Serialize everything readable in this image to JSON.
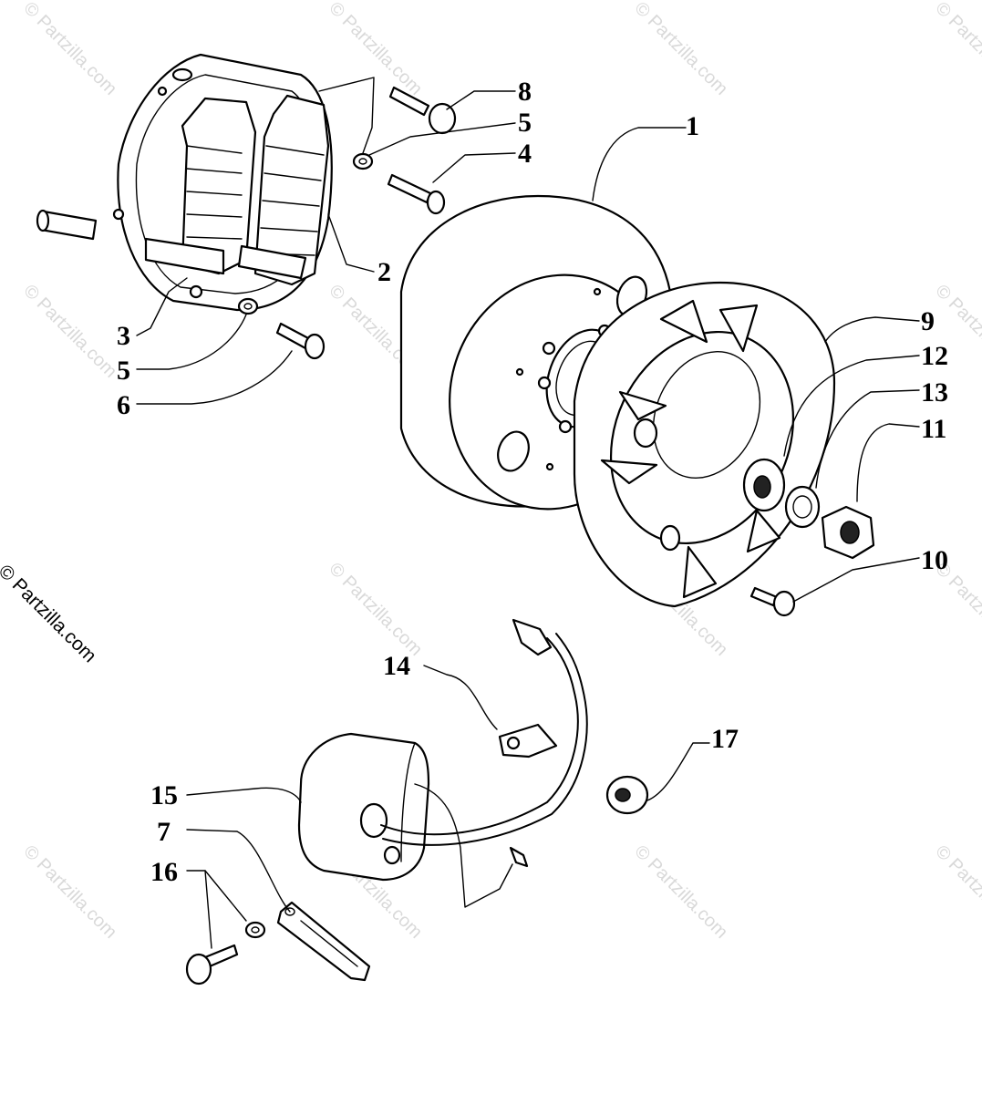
{
  "diagram": {
    "side_watermark": "© Partzilla.com",
    "watermark_text": "© Partzilla.com",
    "callouts": {
      "c1": "1",
      "c2": "2",
      "c3": "3",
      "c4": "4",
      "c5a": "5",
      "c5b": "5",
      "c6": "6",
      "c7": "7",
      "c8": "8",
      "c9": "9",
      "c10": "10",
      "c11": "11",
      "c12": "12",
      "c13": "13",
      "c14": "14",
      "c15": "15",
      "c16": "16",
      "c17": "17"
    }
  }
}
